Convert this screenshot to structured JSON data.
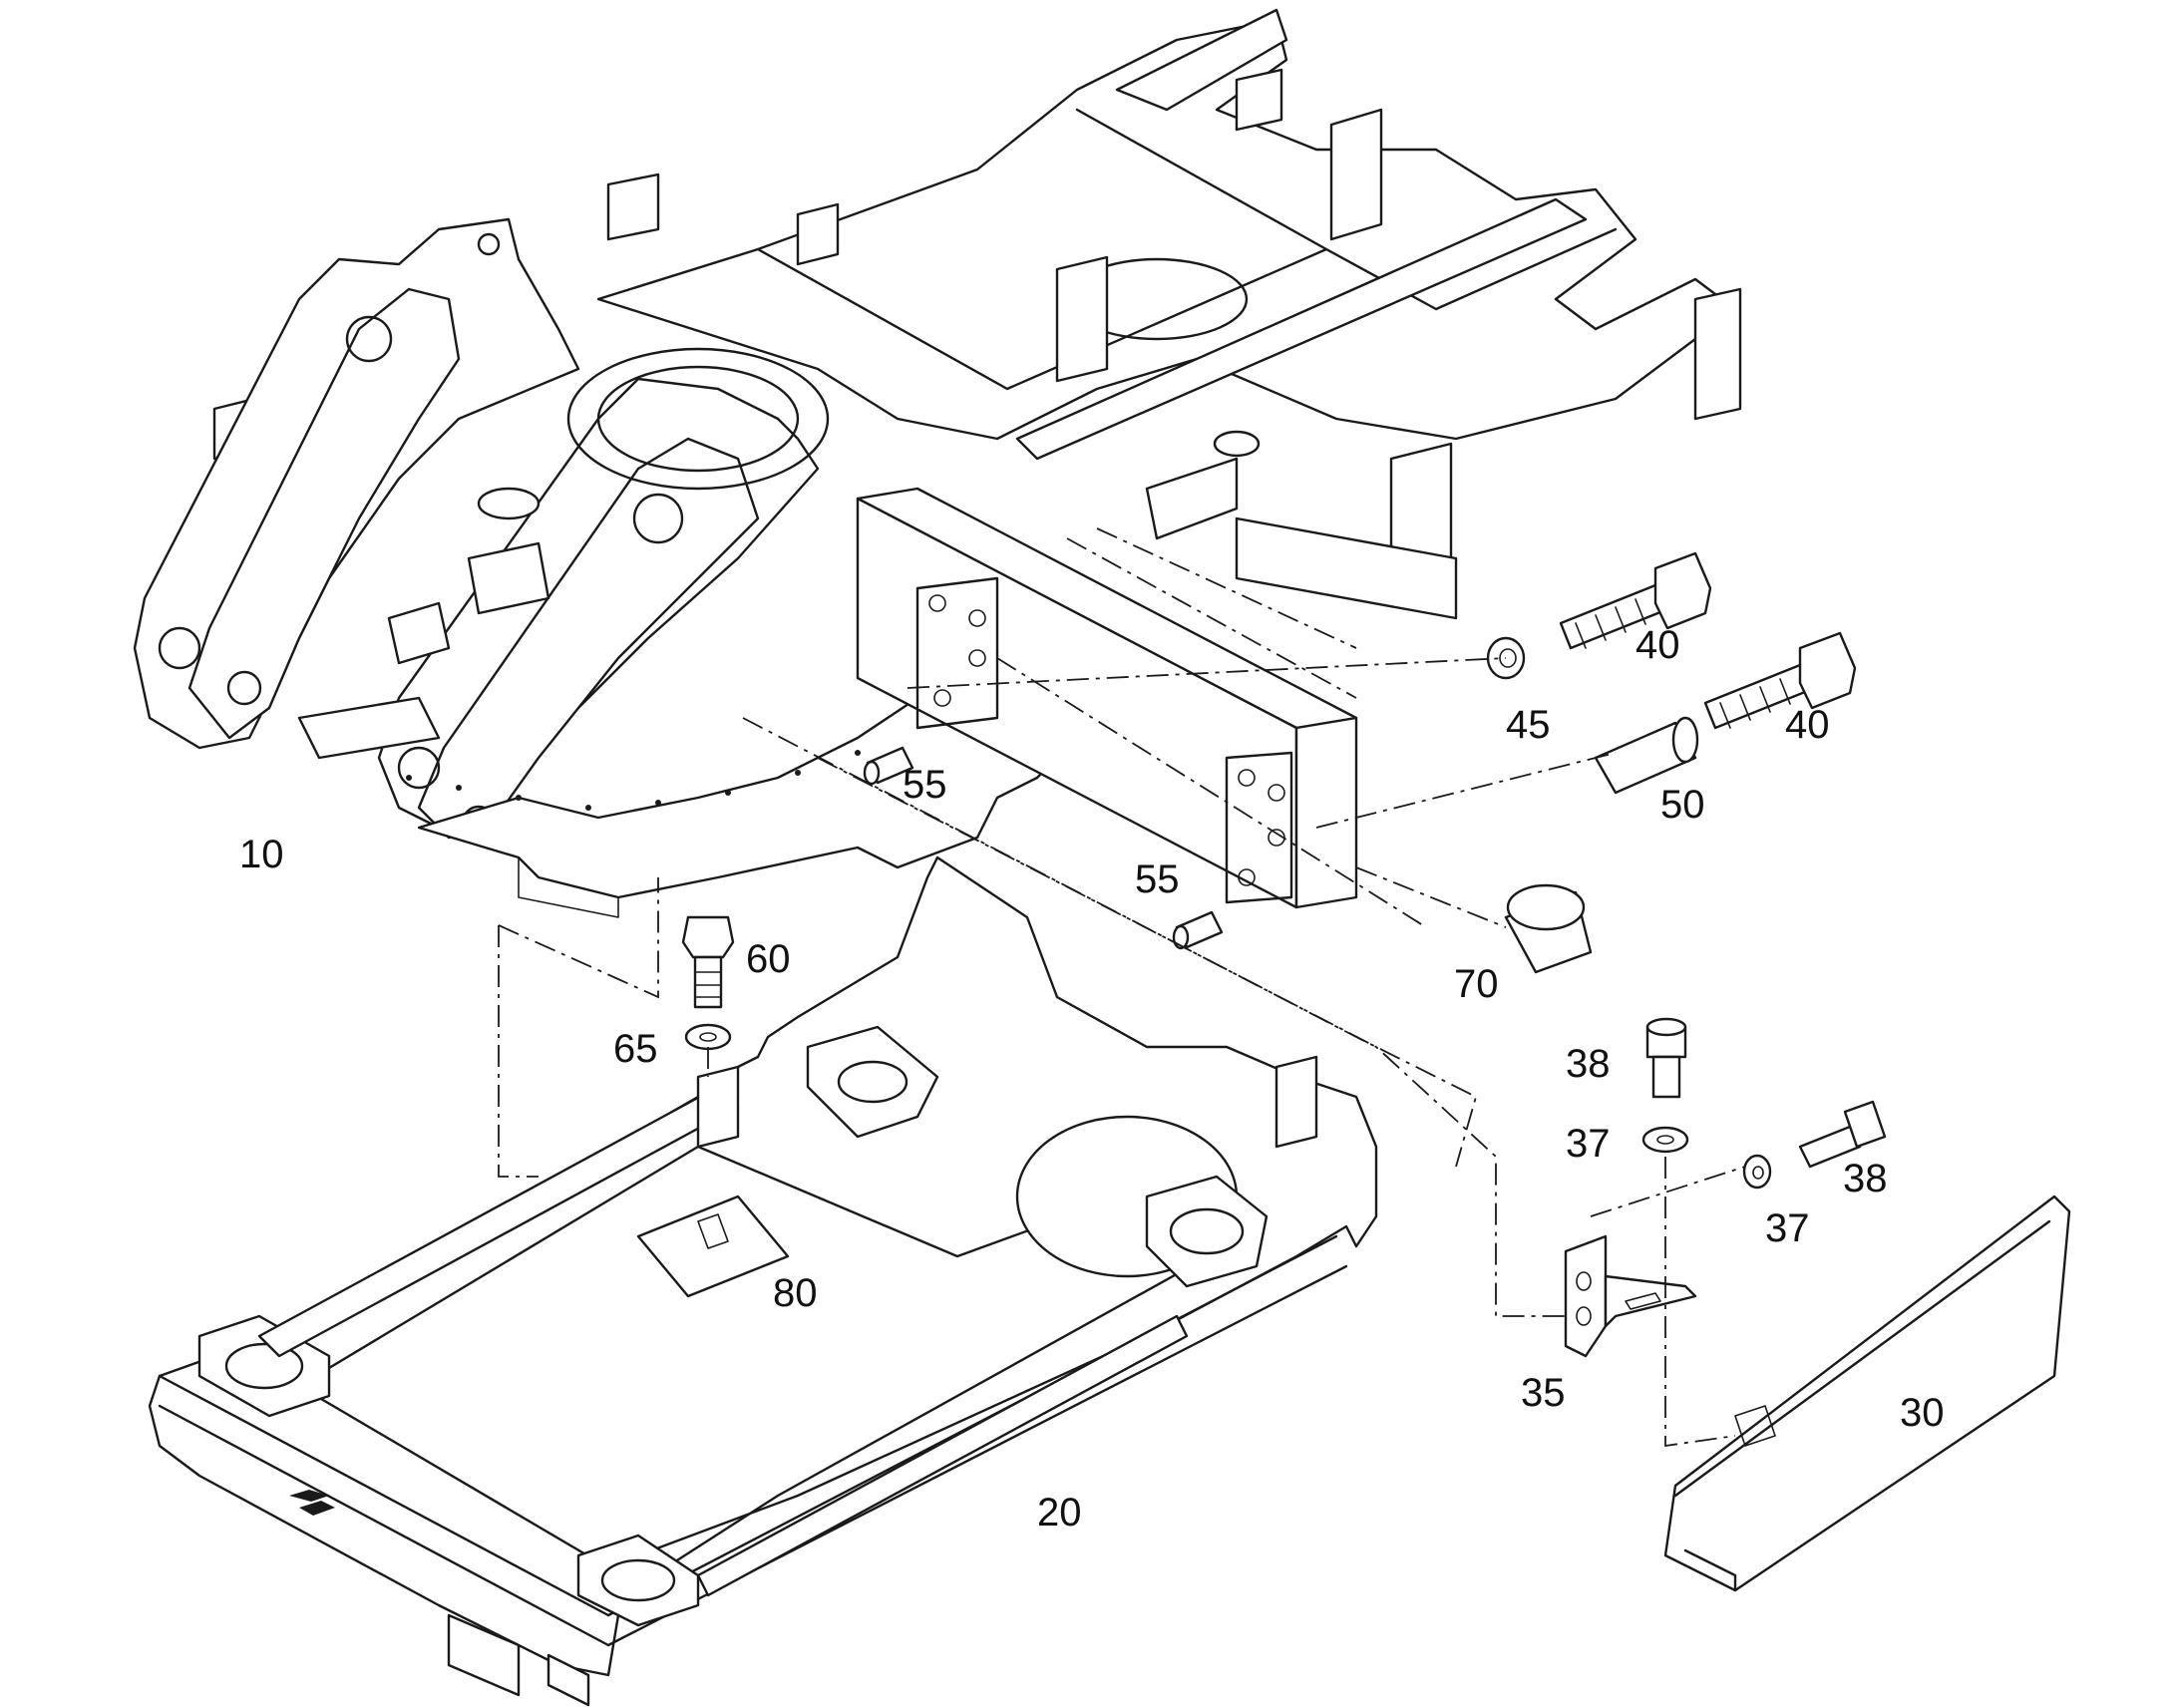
{
  "callouts": {
    "p10": "10",
    "p20": "20",
    "p30": "30",
    "p35": "35",
    "p37a": "37",
    "p37b": "37",
    "p38a": "38",
    "p38b": "38",
    "p40a": "40",
    "p40b": "40",
    "p45": "45",
    "p50": "50",
    "p55a": "55",
    "p55b": "55",
    "p60": "60",
    "p65": "65",
    "p70": "70",
    "p80": "80"
  },
  "colors": {
    "line": "#1a1a1a",
    "background": "#ffffff"
  }
}
